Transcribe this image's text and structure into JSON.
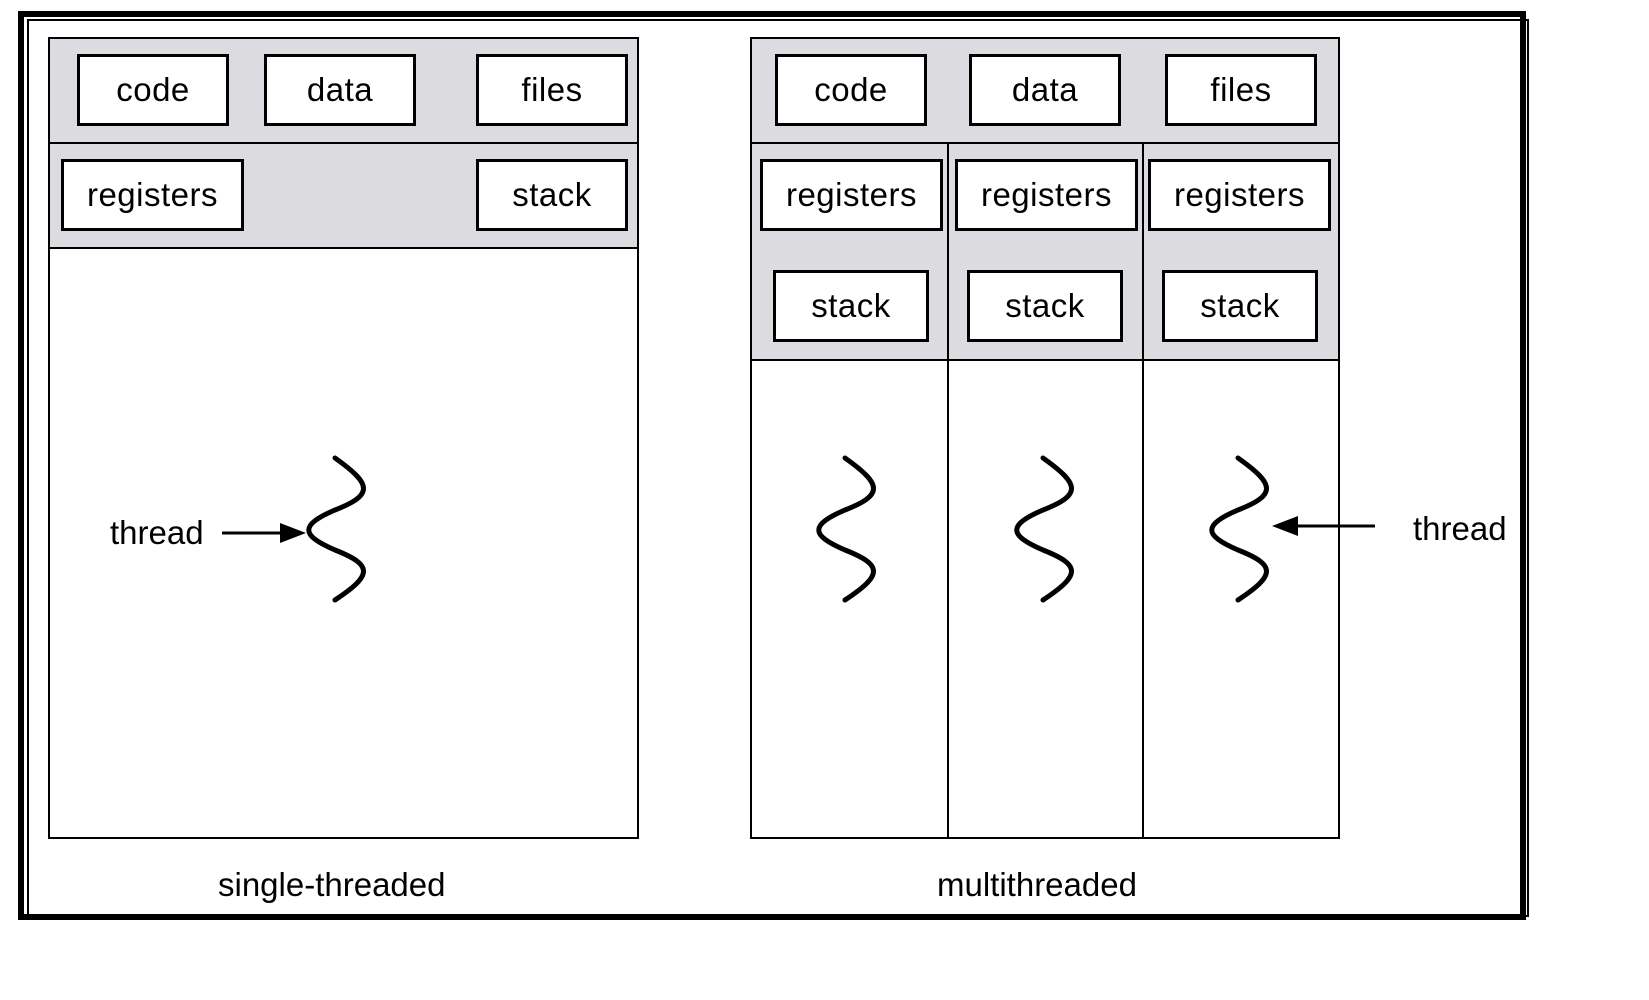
{
  "single_threaded": {
    "code_label": "code",
    "data_label": "data",
    "files_label": "files",
    "registers_label": "registers",
    "stack_label": "stack",
    "thread_label": "thread",
    "caption": "single-threaded"
  },
  "multithreaded": {
    "code_label": "code",
    "data_label": "data",
    "files_label": "files",
    "threads": [
      {
        "registers_label": "registers",
        "stack_label": "stack"
      },
      {
        "registers_label": "registers",
        "stack_label": "stack"
      },
      {
        "registers_label": "registers",
        "stack_label": "stack"
      }
    ],
    "thread_label": "thread",
    "caption": "multithreaded"
  },
  "colors": {
    "shared_region": "#dcdbe0",
    "line": "#000000"
  },
  "icons": {
    "thread": "wavy-thread-icon",
    "arrow": "arrow-icon"
  }
}
